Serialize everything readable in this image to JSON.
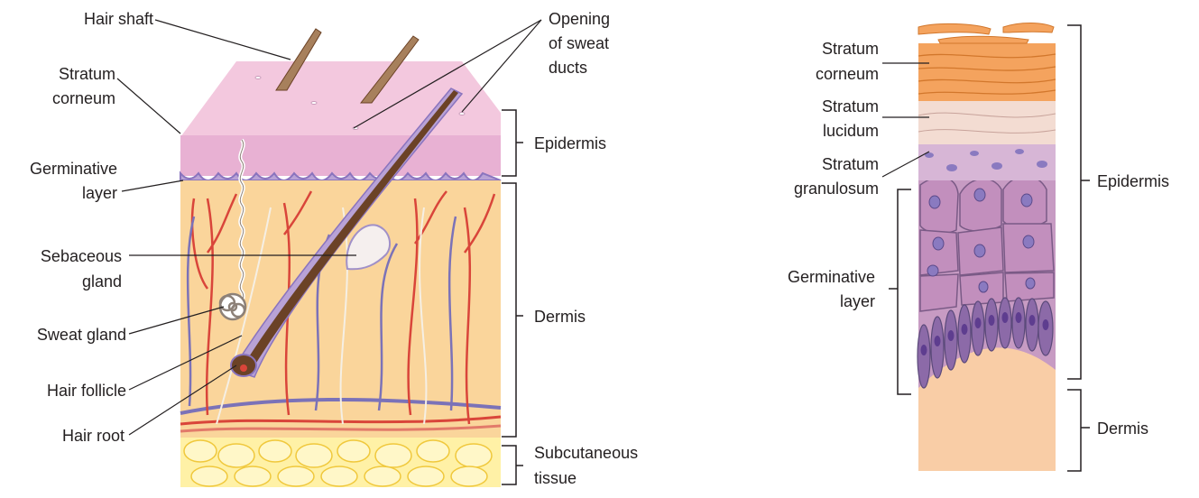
{
  "left_diagram": {
    "labels": {
      "hair_shaft": "Hair shaft",
      "stratum_corneum": [
        "Stratum",
        "corneum"
      ],
      "germinative_layer": [
        "Germinative",
        "layer"
      ],
      "sebaceous_gland": [
        "Sebaceous",
        "gland"
      ],
      "sweat_gland": "Sweat gland",
      "hair_follicle": "Hair follicle",
      "hair_root": "Hair root",
      "opening_of_sweat_ducts": [
        "Opening",
        "of sweat",
        "ducts"
      ],
      "epidermis": "Epidermis",
      "dermis": "Dermis",
      "subcutaneous_tissue": [
        "Subcutaneous",
        "tissue"
      ]
    }
  },
  "right_diagram": {
    "labels": {
      "stratum_corneum": [
        "Stratum",
        "corneum"
      ],
      "stratum_lucidum": [
        "Stratum",
        "lucidum"
      ],
      "stratum_granulosum": [
        "Stratum",
        "granulosum"
      ],
      "germinative_layer": [
        "Germinative",
        "layer"
      ],
      "epidermis": "Epidermis",
      "dermis": "Dermis"
    }
  },
  "colors": {
    "epidermis_top": "#f1c3dc",
    "epidermis_front": "#e9b2d4",
    "dermis": "#fad59b",
    "subcutaneous": "#fff1a6",
    "fat_outline": "#f0c83c",
    "artery": "#d9453a",
    "vein": "#7b72b8",
    "hair": "#6b4226",
    "corneum": "#f4a35e",
    "granulosum": "#c9a3c9",
    "basal": "#8c6aa8",
    "dermis_right": "#f9cda6"
  }
}
